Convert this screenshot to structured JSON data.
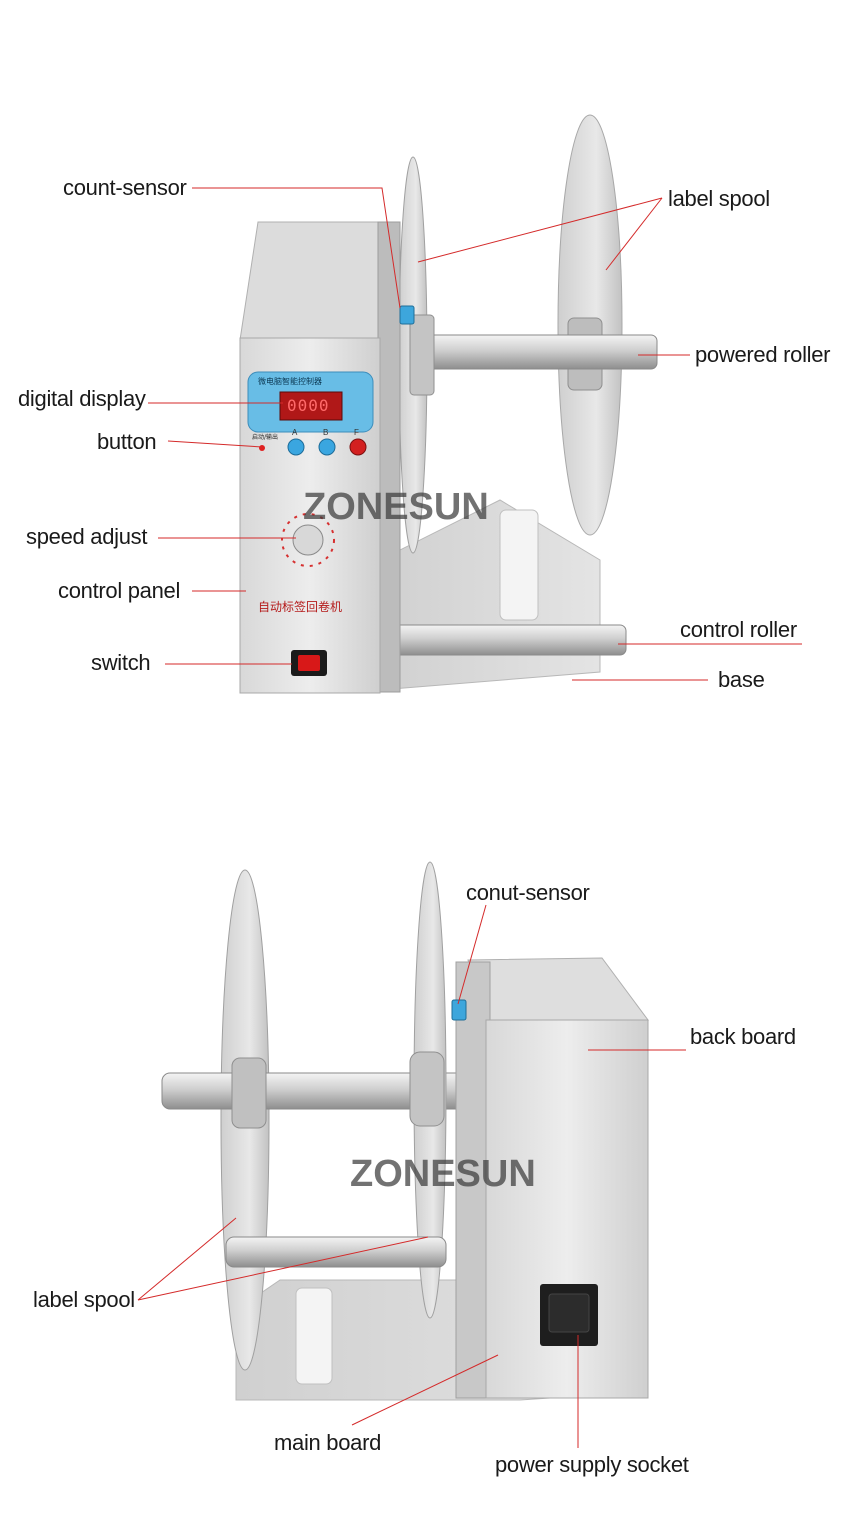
{
  "watermark": "ZONESUN",
  "front": {
    "labels": {
      "count_sensor": "count-sensor",
      "label_spool": "label spool",
      "powered_roller": "powered roller",
      "digital_display": "digital display",
      "button": "button",
      "speed_adjust": "speed adjust",
      "control_panel": "control panel",
      "control_roller": "control roller",
      "switch": "switch",
      "base": "base"
    },
    "panel_buttons": [
      "A",
      "B",
      "F"
    ],
    "display_value": "0000",
    "panel_chinese_title": "自动标签回卷机",
    "display_chinese_title": "微电脑智能控制器",
    "status_text": "启动/输出"
  },
  "back": {
    "labels": {
      "count_sensor": "conut-sensor",
      "back_board": "back board",
      "label_spool": "label spool",
      "main_board": "main board",
      "power_supply_socket": "power supply socket"
    }
  },
  "colors": {
    "line": "#d42a2a",
    "metal_light": "#e6e6e6",
    "metal_mid": "#c9c9c9",
    "metal_dark": "#9a9a9a",
    "display_blue": "#5fb6e0",
    "button_blue": "#3aa6e0",
    "button_red": "#d32020",
    "switch_red": "#d81818"
  }
}
